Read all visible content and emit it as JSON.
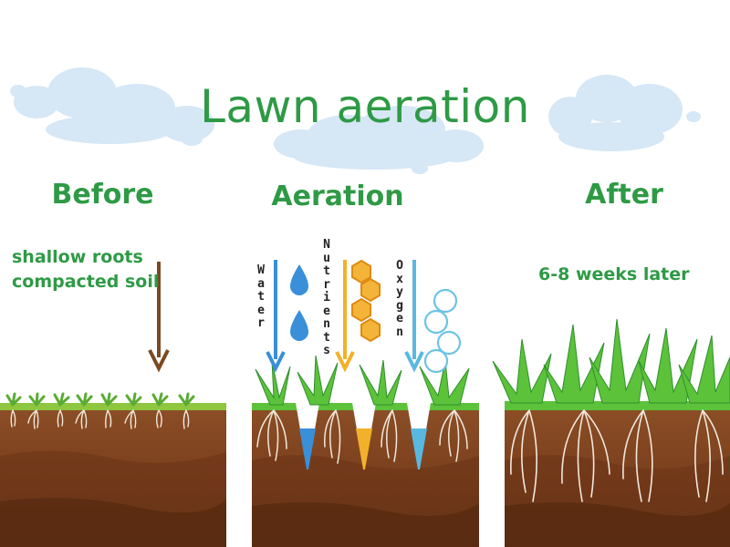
{
  "title": "Lawn aeration",
  "panels": [
    {
      "heading": "Before",
      "notes": [
        "shallow roots",
        "compacted soil"
      ]
    },
    {
      "heading": "Aeration",
      "inputs": [
        "Water",
        "Nutrients",
        "Oxygen"
      ]
    },
    {
      "heading": "After",
      "notes": [
        "6-8 weeks later"
      ]
    }
  ],
  "colors": {
    "title": "#2e9a45",
    "grass": "#5cc23a",
    "grass_dark": "#2f8f2c",
    "soil_top": "#8a4d25",
    "soil_deep": "#5a2d12",
    "water": "#3a8fd9",
    "nutrients": "#f2b12a",
    "oxygen": "#59b8e0",
    "arrow_before": "#7a4a22",
    "cloud": "#d5e6f5"
  }
}
